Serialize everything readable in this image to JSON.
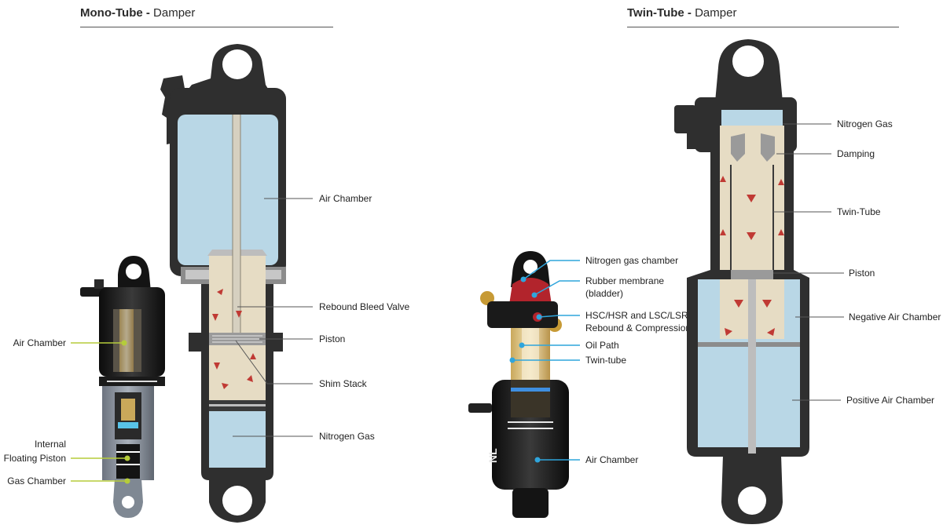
{
  "mono": {
    "title_bold": "Mono-Tube -",
    "title_light": "Damper",
    "labels": {
      "air_chamber": "Air Chamber",
      "rebound_bleed_valve": "Rebound Bleed Valve",
      "piston": "Piston",
      "shim_stack": "Shim Stack",
      "nitrogen_gas": "Nitrogen Gas"
    },
    "small_labels": {
      "air_chamber": "Air Chamber",
      "ifp_line1": "Internal",
      "ifp_line2": "Floating Piston",
      "gas_chamber": "Gas Chamber"
    }
  },
  "twin": {
    "title_bold": "Twin-Tube -",
    "title_light": "Damper",
    "labels": {
      "nitrogen_gas": "Nitrogen Gas",
      "damping": "Damping",
      "twin_tube": "Twin-Tube",
      "piston": "Piston",
      "negative_air_chamber": "Negative Air Chamber",
      "positive_air_chamber": "Positive Air Chamber"
    },
    "small_labels": {
      "nitrogen_gas_chamber": "Nitrogen gas chamber",
      "rubber_membrane_line1": "Rubber membrane",
      "rubber_membrane_line2": "(bladder)",
      "hsc_line1": "HSC/HSR and LSC/LSR",
      "hsc_line2": "Rebound & Compression",
      "oil_path": "Oil Path",
      "twin_tube": "Twin-tube",
      "air_chamber": "Air Chamber"
    },
    "brand_mark": "NL"
  },
  "colors": {
    "air": "#b9d7e6",
    "oil": "#e6dcc4",
    "body": "#2f2f2f",
    "arrow": "#c03a34",
    "callout_green": "#b5cc3a",
    "callout_blue": "#2fa5dc"
  }
}
